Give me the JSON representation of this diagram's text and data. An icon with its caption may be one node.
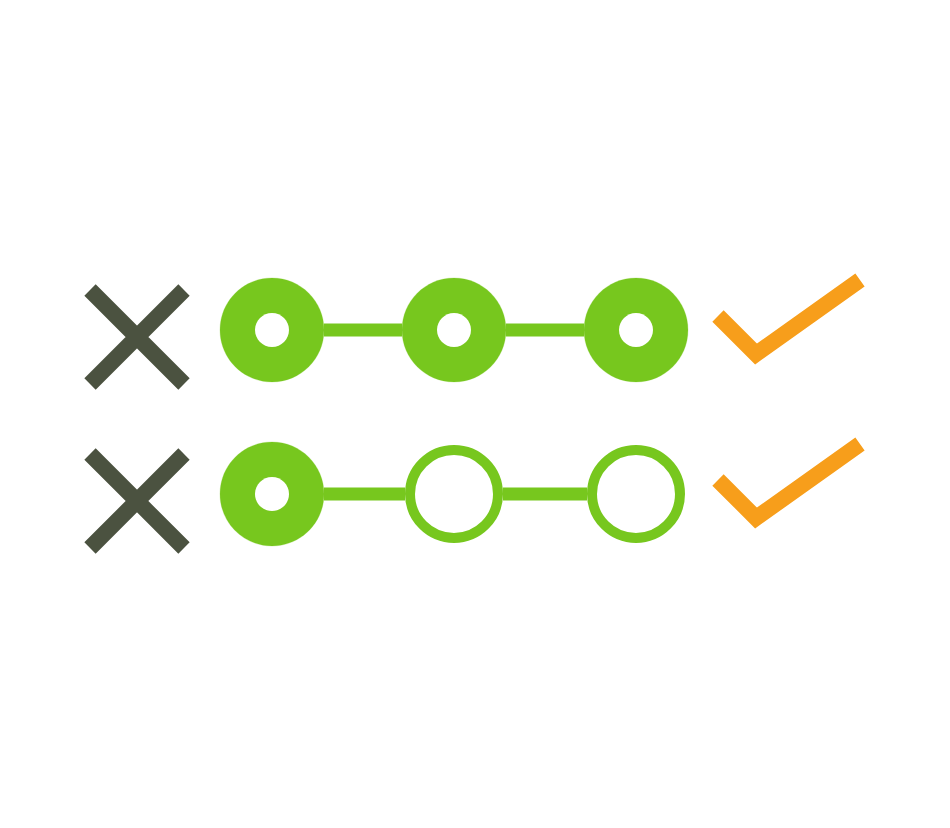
{
  "diagram": {
    "nodes": [
      {
        "text": [],
        "shape": "circle"
      },
      {
        "text": [],
        "shape": "circle"
      },
      {
        "text": [],
        "shape": "circle"
      },
      {
        "text": [],
        "shape": "circle"
      },
      {
        "text": [],
        "shape": "circle"
      },
      {
        "text": [],
        "shape": "circle"
      }
    ],
    "edges": [
      {
        "from": 0,
        "to": 1,
        "arrow": "none"
      },
      {
        "from": 1,
        "to": 2,
        "arrow": "none"
      },
      {
        "from": 3,
        "to": 4,
        "arrow": "none"
      },
      {
        "from": 4,
        "to": 5,
        "arrow": "none"
      }
    ]
  }
}
